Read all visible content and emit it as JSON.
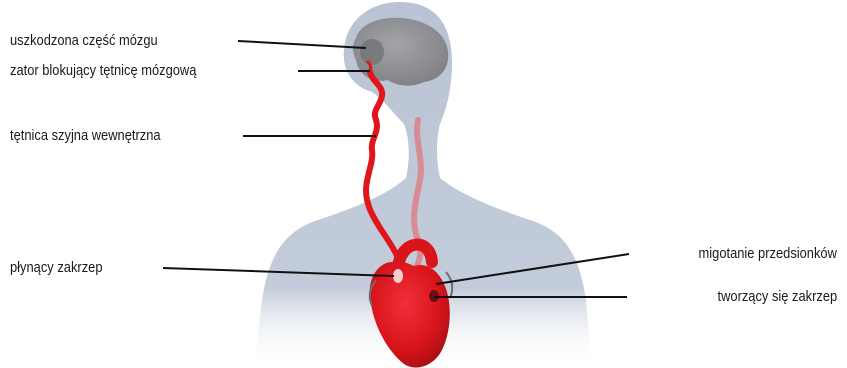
{
  "labels": {
    "damaged_brain": "uszkodzona część mózgu",
    "clot_blocking_artery": "zator blokujący tętnicę mózgową",
    "internal_carotid": "tętnica szyjna wewnętrzna",
    "floating_clot": "płynący zakrzep",
    "atrial_fibrillation": "migotanie przedsionków",
    "forming_clot": "tworzący się zakrzep"
  },
  "colors": {
    "body": "#b9c3d3",
    "brain": "#8e8f93",
    "artery": "#e0161c",
    "heart": "#d9141b",
    "leader_line": "#111111",
    "text": "#1a1a1a"
  }
}
